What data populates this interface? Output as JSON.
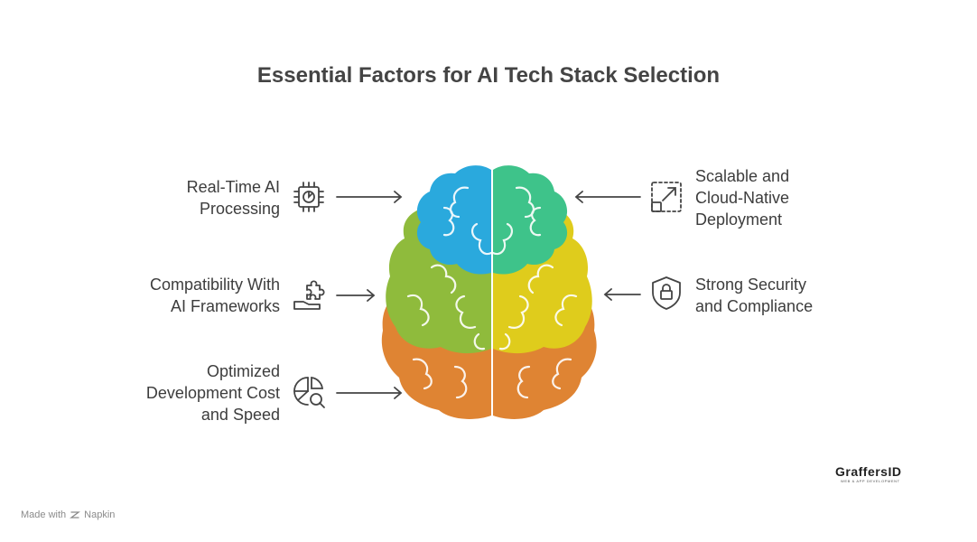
{
  "title": "Essential Factors for AI Tech Stack Selection",
  "factors": {
    "realtime": {
      "lines": [
        "Real-Time AI",
        "Processing"
      ],
      "icon": "cpu-chip-icon"
    },
    "compatibility": {
      "lines": [
        "Compatibility With",
        "AI Frameworks"
      ],
      "icon": "puzzle-hand-icon"
    },
    "cost": {
      "lines": [
        "Optimized",
        "Development Cost",
        "and Speed"
      ],
      "icon": "chart-magnifier-icon"
    },
    "scalable": {
      "lines": [
        "Scalable and",
        "Cloud-Native",
        "Deployment"
      ],
      "icon": "expand-arrows-icon"
    },
    "security": {
      "lines": [
        "Strong Security",
        "and Compliance"
      ],
      "icon": "shield-lock-icon"
    }
  },
  "colors": {
    "blue": "#2aa9dd",
    "teal": "#3ec38a",
    "green": "#8fbb3c",
    "yellow": "#dfcc1c",
    "orange": "#df8433",
    "text": "#3d3d3d"
  },
  "footer": {
    "made_with": "Made with",
    "brand": "Napkin"
  },
  "logo": {
    "name": "GraffersID",
    "tagline": "WEB & APP DEVELOPMENT"
  }
}
